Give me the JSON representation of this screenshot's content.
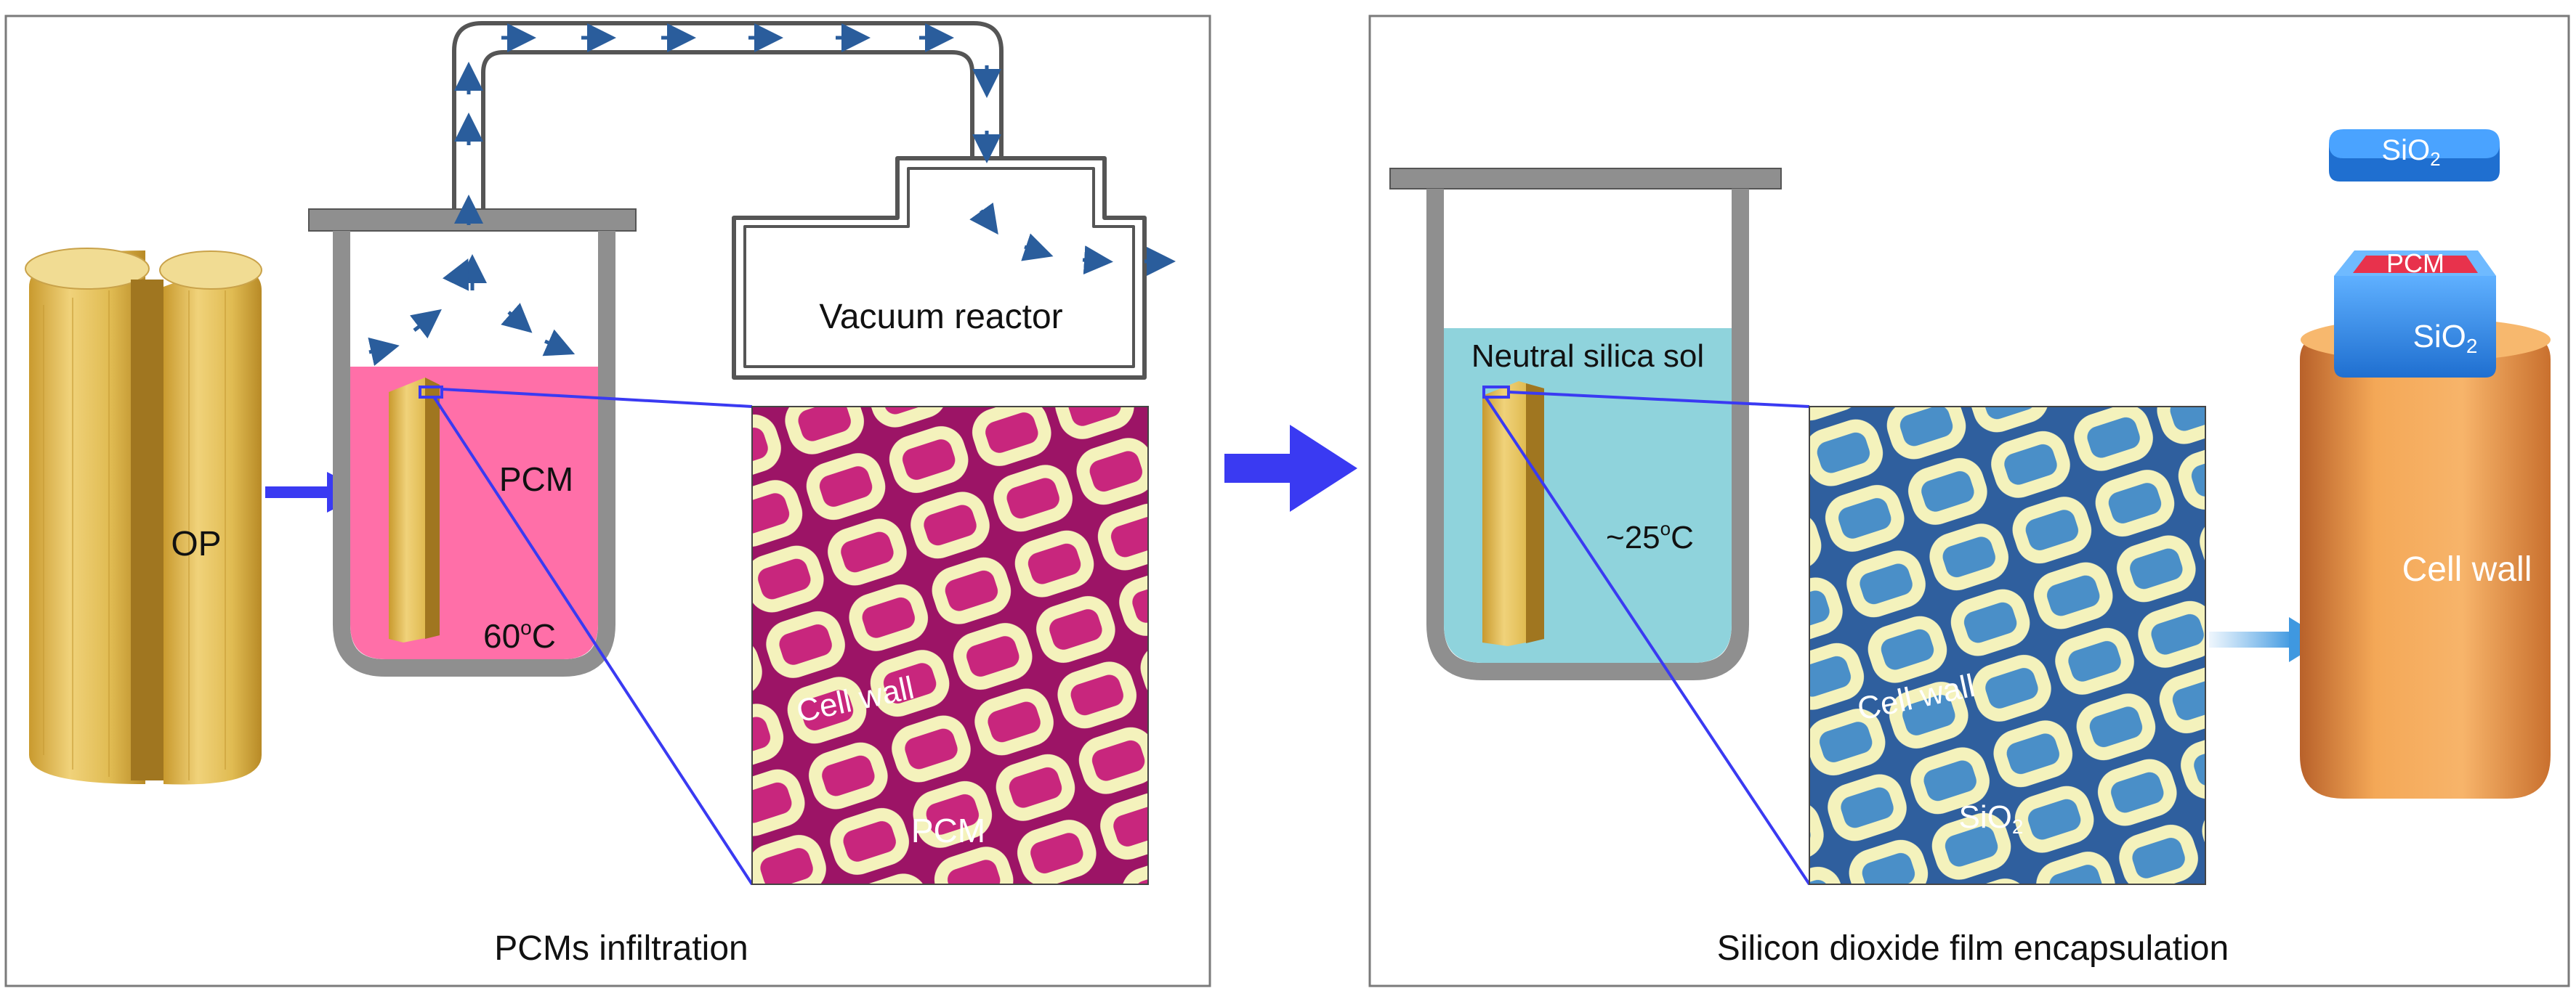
{
  "panels": {
    "left": {
      "caption": "PCMs infiltration",
      "reactor_label": "Vacuum reactor",
      "wood_label": "OP",
      "bath_label": "PCM",
      "temp_label": "60",
      "temp_sup": "o",
      "temp_unit": "C",
      "zoom_wall_label": "Cell wall",
      "zoom_fill_label": "PCM"
    },
    "right": {
      "caption": "Silicon dioxide film encapsulation",
      "sol_label": "Neutral silica sol",
      "temp_label": "~25",
      "temp_sup": "o",
      "temp_unit": "C",
      "zoom_wall_label": "Cell wall",
      "zoom_fill_label": "SiO",
      "zoom_fill_sub": "2",
      "cap_label": "SiO",
      "cap_sub": "2",
      "pcm_label": "PCM",
      "shell_label": "SiO",
      "shell_sub": "2",
      "pillar_label": "Cell wall"
    }
  },
  "colors": {
    "frame": "#7a7a7a",
    "vessel": "#8f8f8f",
    "pcm": "#ff6fa8",
    "sol": "#8fd3dc",
    "arrow_blue": "#3a3af2",
    "flow_arrow": "#2a5d9c",
    "wood": "#d9b24a",
    "cell_wall": "#f4f2bc",
    "pcm_cell": "#b0156a",
    "sio2_cell": "#3f6fb8",
    "pillar": "#f0a050",
    "cap": "#3a8fe8"
  }
}
